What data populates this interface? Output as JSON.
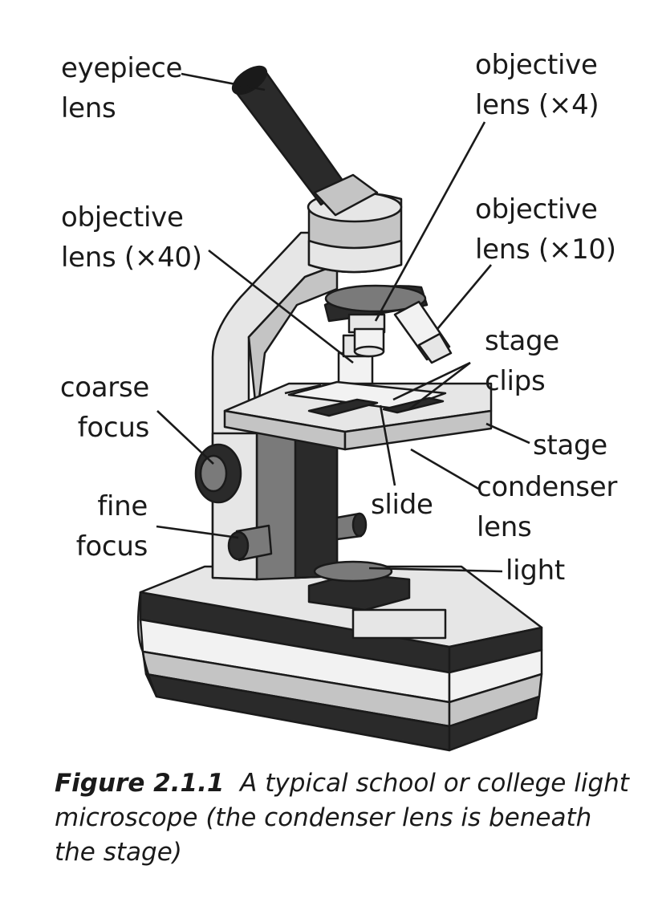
{
  "labels": {
    "eyepiece_lens": [
      "eyepiece",
      "lens"
    ],
    "objective_x4": [
      "objective",
      "lens (×4)"
    ],
    "objective_x40": [
      "objective",
      "lens (×40)"
    ],
    "objective_x10": [
      "objective",
      "lens (×10)"
    ],
    "stage_clips": [
      "stage",
      "clips"
    ],
    "coarse_focus": [
      "coarse",
      "focus"
    ],
    "stage": "stage",
    "slide": "slide",
    "condenser_lens": [
      "condenser",
      "lens"
    ],
    "fine_focus": [
      "fine",
      "focus"
    ],
    "light": "light"
  },
  "caption": {
    "figure_number": "Figure 2.1.1",
    "text": "A typical school or college light microscope (the condenser lens is beneath the stage)"
  },
  "colors": {
    "ink": "#1a1a1a",
    "dark": "#2a2a2a",
    "mid": "#7a7a7a",
    "light": "#c4c4c4",
    "pale": "#e6e6e6"
  }
}
